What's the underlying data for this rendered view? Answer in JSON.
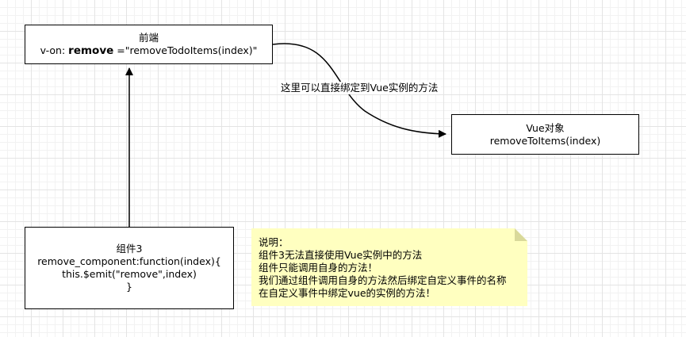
{
  "frontend_box": {
    "title": "前端",
    "line_prefix": "v-on: ",
    "line_bold": "remove",
    "line_suffix": " =\"removeTodoItems(index)\""
  },
  "vue_box": {
    "title": "Vue对象",
    "method": "removeToItems(index)"
  },
  "component_box": {
    "lines": [
      "组件3",
      "remove_component:function(index){",
      "this.$emit(\"remove\",index)",
      "}"
    ]
  },
  "edge_label": "这里可以直接绑定到Vue实例的方法",
  "note": {
    "background": "#ffffc0",
    "lines": [
      "说明：",
      "组件3无法直接使用Vue实例中的方法",
      "组件只能调用自身的方法！",
      "我们通过组件调用自身的方法然后绑定自定义事件的名称",
      "在自定义事件中绑定vue的实例的方法！"
    ]
  }
}
